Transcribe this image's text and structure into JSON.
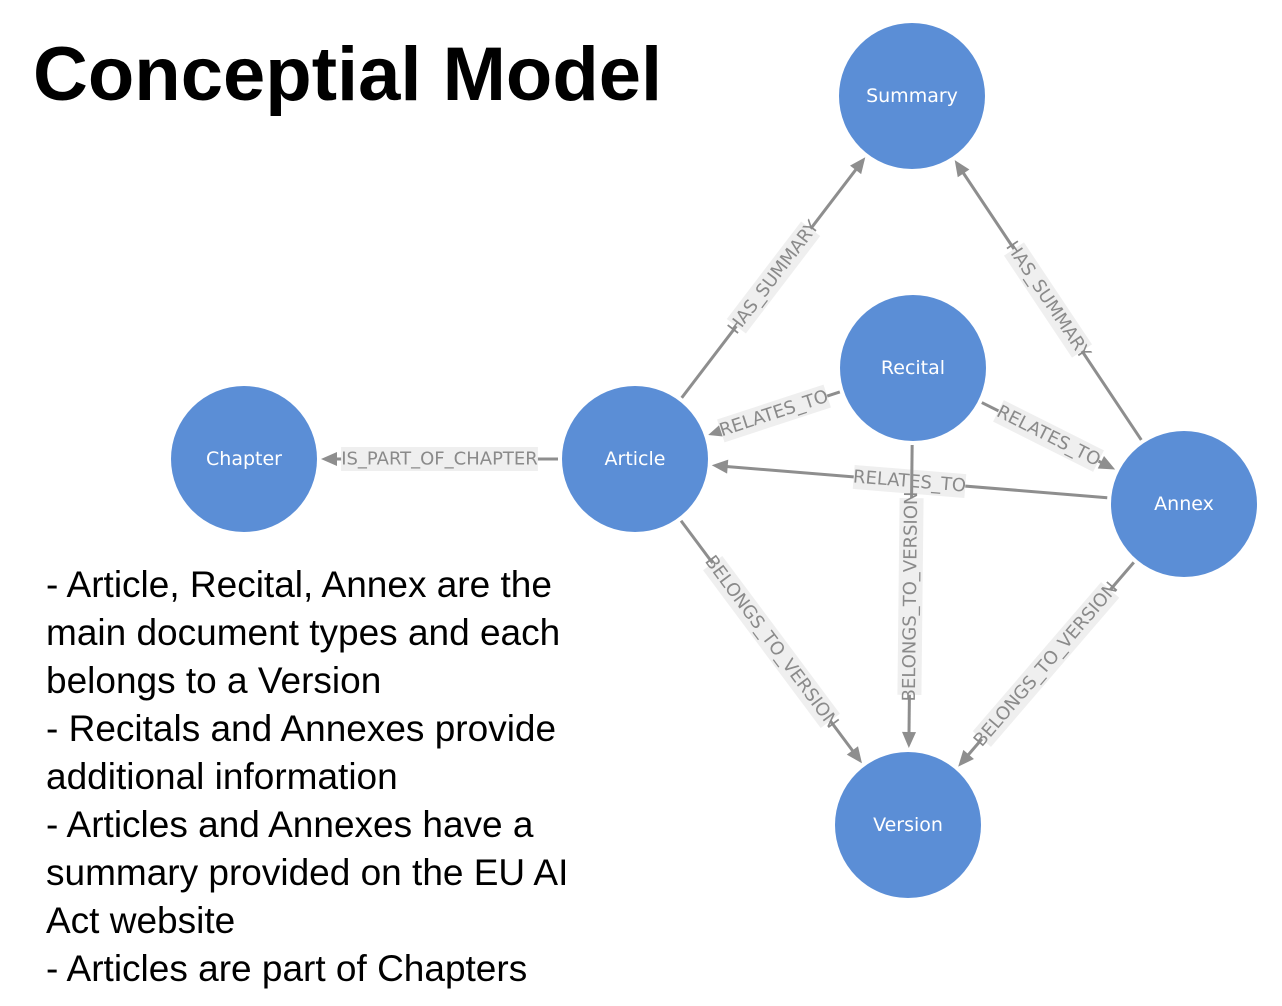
{
  "title": "Conceptial Model",
  "notes": [
    "- Article, Recital, Annex are the",
    "main document types and each",
    "belongs to a Version",
    "- Recitals and Annexes provide",
    "additional information",
    "- Articles and Annexes have a",
    "summary provided on the EU AI",
    "Act website",
    "- Articles are part of Chapters"
  ],
  "graph": {
    "node_color": "#5b8ed6",
    "edge_color": "#8e8e8e",
    "nodes": [
      {
        "id": "summary",
        "label": "Summary"
      },
      {
        "id": "recital",
        "label": "Recital"
      },
      {
        "id": "chapter",
        "label": "Chapter"
      },
      {
        "id": "article",
        "label": "Article"
      },
      {
        "id": "annex",
        "label": "Annex"
      },
      {
        "id": "version",
        "label": "Version"
      }
    ],
    "edges": [
      {
        "id": "e1",
        "from": "article",
        "to": "chapter",
        "label": "IS_PART_OF_CHAPTER"
      },
      {
        "id": "e2",
        "from": "article",
        "to": "summary",
        "label": "HAS_SUMMARY"
      },
      {
        "id": "e3",
        "from": "annex",
        "to": "summary",
        "label": "HAS_SUMMARY"
      },
      {
        "id": "e4",
        "from": "recital",
        "to": "article",
        "label": "RELATES_TO"
      },
      {
        "id": "e5",
        "from": "recital",
        "to": "annex",
        "label": "RELATES_TO"
      },
      {
        "id": "e6",
        "from": "annex",
        "to": "article",
        "label": "RELATES_TO"
      },
      {
        "id": "e7",
        "from": "article",
        "to": "version",
        "label": "BELONGS_TO_VERSION"
      },
      {
        "id": "e8",
        "from": "recital",
        "to": "version",
        "label": "BELONGS_TO_VERSION"
      },
      {
        "id": "e9",
        "from": "annex",
        "to": "version",
        "label": "BELONGS_TO_VERSION"
      }
    ]
  }
}
